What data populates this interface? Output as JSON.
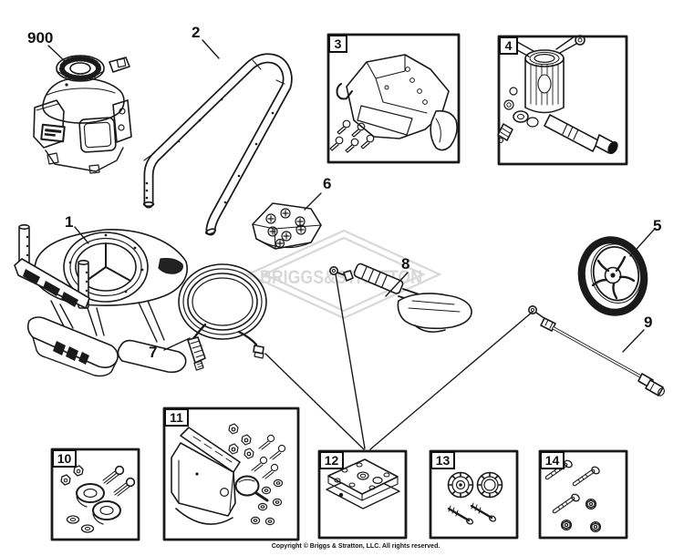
{
  "watermark": {
    "text": "BRIGGS&STRATTON",
    "color": "#d8d8d8"
  },
  "copyright": "Copyright © Briggs & Stratton, LLC. All rights reserved.",
  "callouts": [
    {
      "ref": "900"
    },
    {
      "ref": "1"
    },
    {
      "ref": "2"
    },
    {
      "ref": "5"
    },
    {
      "ref": "6"
    },
    {
      "ref": "7"
    },
    {
      "ref": "8"
    },
    {
      "ref": "9"
    }
  ],
  "boxes": [
    {
      "ref": "3"
    },
    {
      "ref": "4"
    },
    {
      "ref": "10"
    },
    {
      "ref": "11"
    },
    {
      "ref": "12"
    },
    {
      "ref": "13"
    },
    {
      "ref": "14"
    }
  ],
  "colors": {
    "line": "#1a1a1a",
    "background": "#ffffff"
  }
}
